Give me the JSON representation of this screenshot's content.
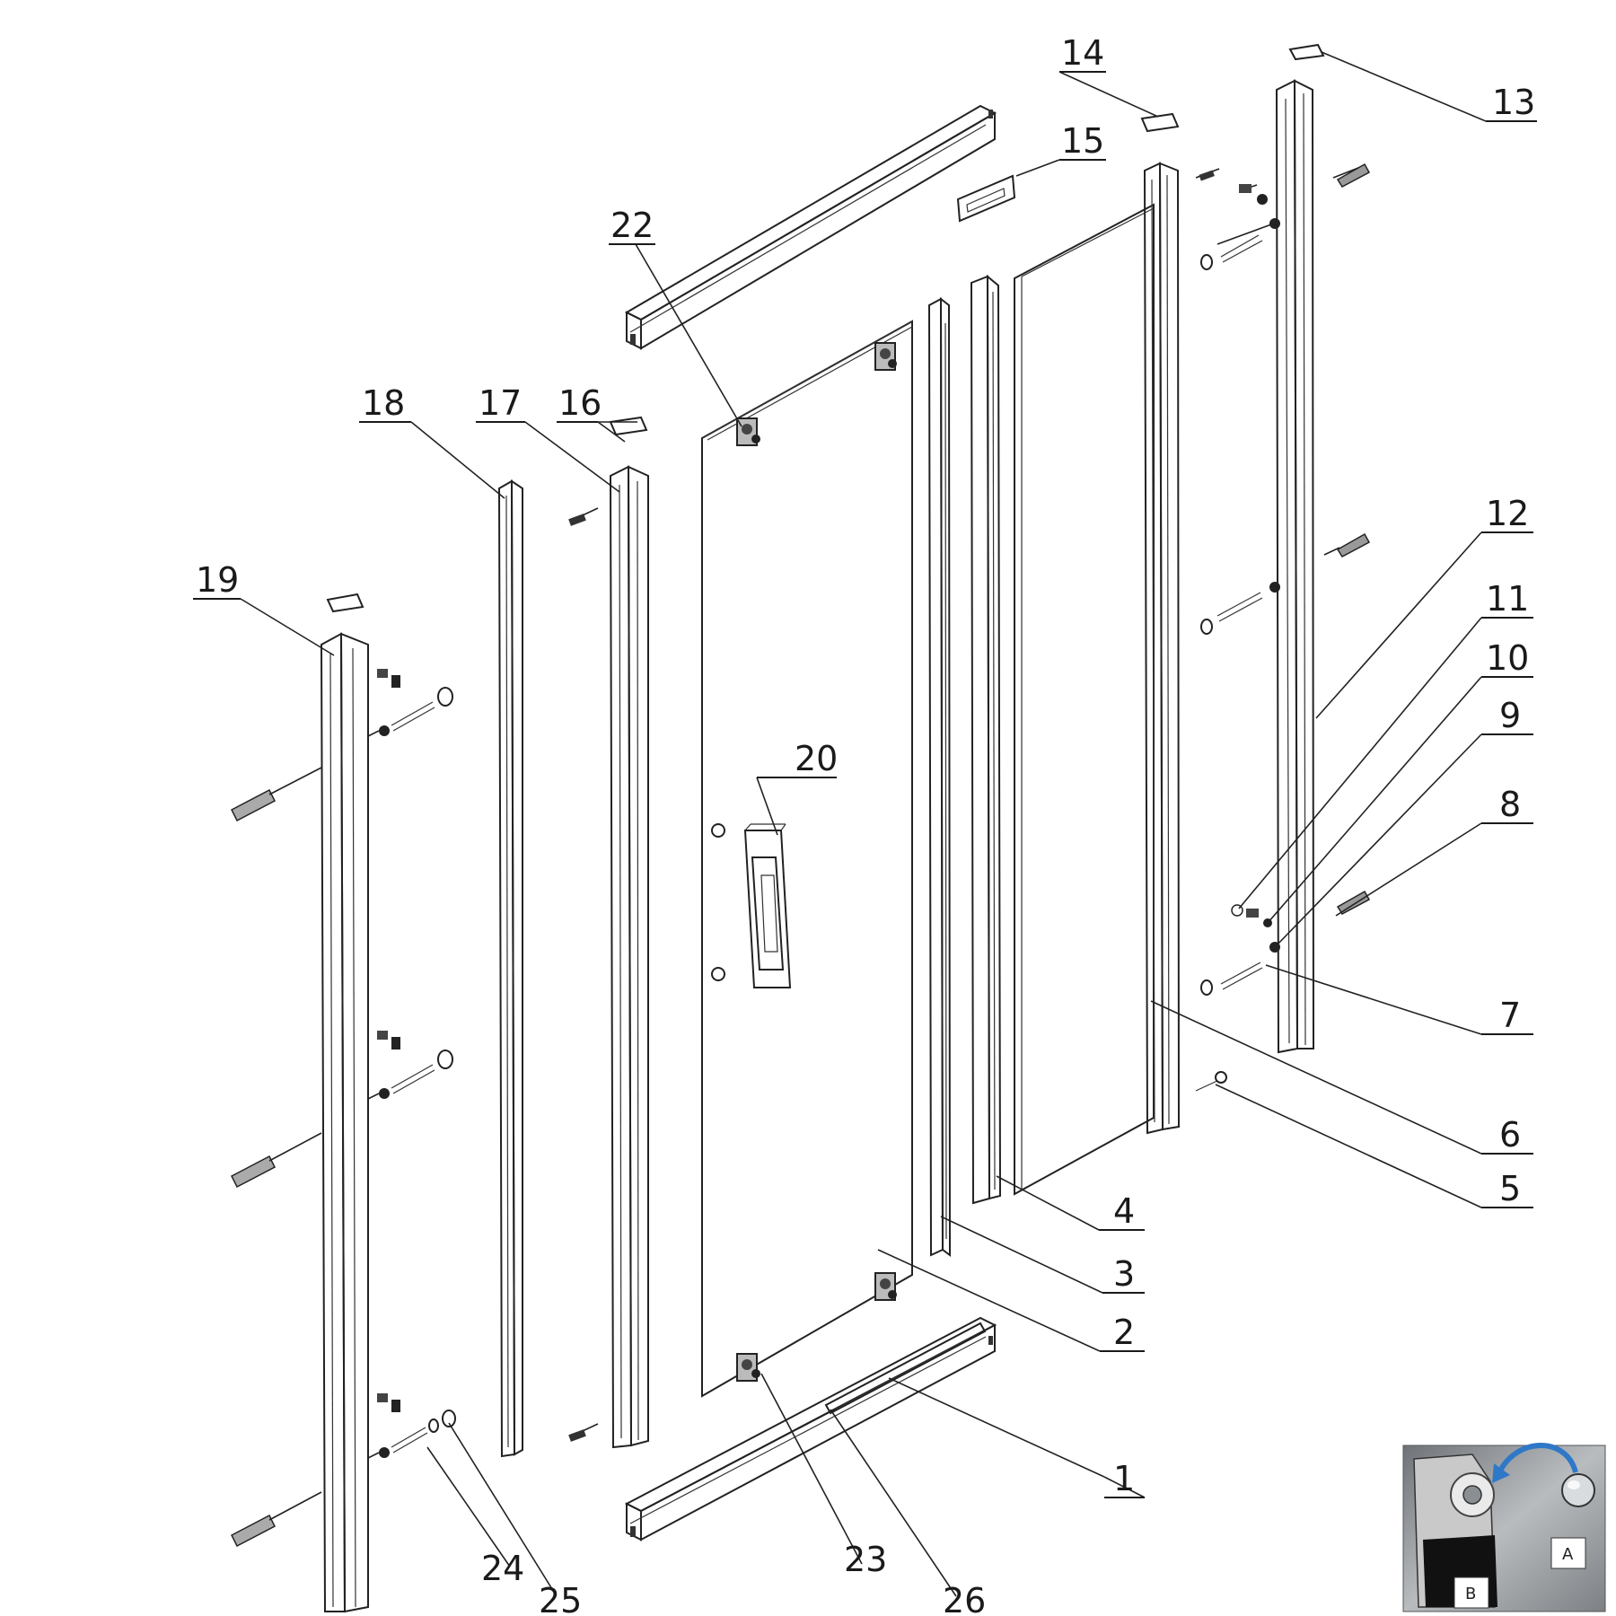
{
  "callouts": [
    {
      "id": "c1",
      "text": "1"
    },
    {
      "id": "c2",
      "text": "2"
    },
    {
      "id": "c3",
      "text": "3"
    },
    {
      "id": "c4",
      "text": "4"
    },
    {
      "id": "c5",
      "text": "5"
    },
    {
      "id": "c6",
      "text": "6"
    },
    {
      "id": "c7",
      "text": "7"
    },
    {
      "id": "c8",
      "text": "8"
    },
    {
      "id": "c9",
      "text": "9"
    },
    {
      "id": "c10",
      "text": "10"
    },
    {
      "id": "c11",
      "text": "11"
    },
    {
      "id": "c12",
      "text": "12"
    },
    {
      "id": "c13",
      "text": "13"
    },
    {
      "id": "c14",
      "text": "14"
    },
    {
      "id": "c15",
      "text": "15"
    },
    {
      "id": "c16",
      "text": "16"
    },
    {
      "id": "c17",
      "text": "17"
    },
    {
      "id": "c18",
      "text": "18"
    },
    {
      "id": "c19",
      "text": "19"
    },
    {
      "id": "c20",
      "text": "20"
    },
    {
      "id": "c22",
      "text": "22"
    },
    {
      "id": "c23",
      "text": "23"
    },
    {
      "id": "c24",
      "text": "24"
    },
    {
      "id": "c25",
      "text": "25"
    },
    {
      "id": "c26",
      "text": "26"
    }
  ],
  "inset": {
    "label_a": "A",
    "label_b": "B"
  }
}
